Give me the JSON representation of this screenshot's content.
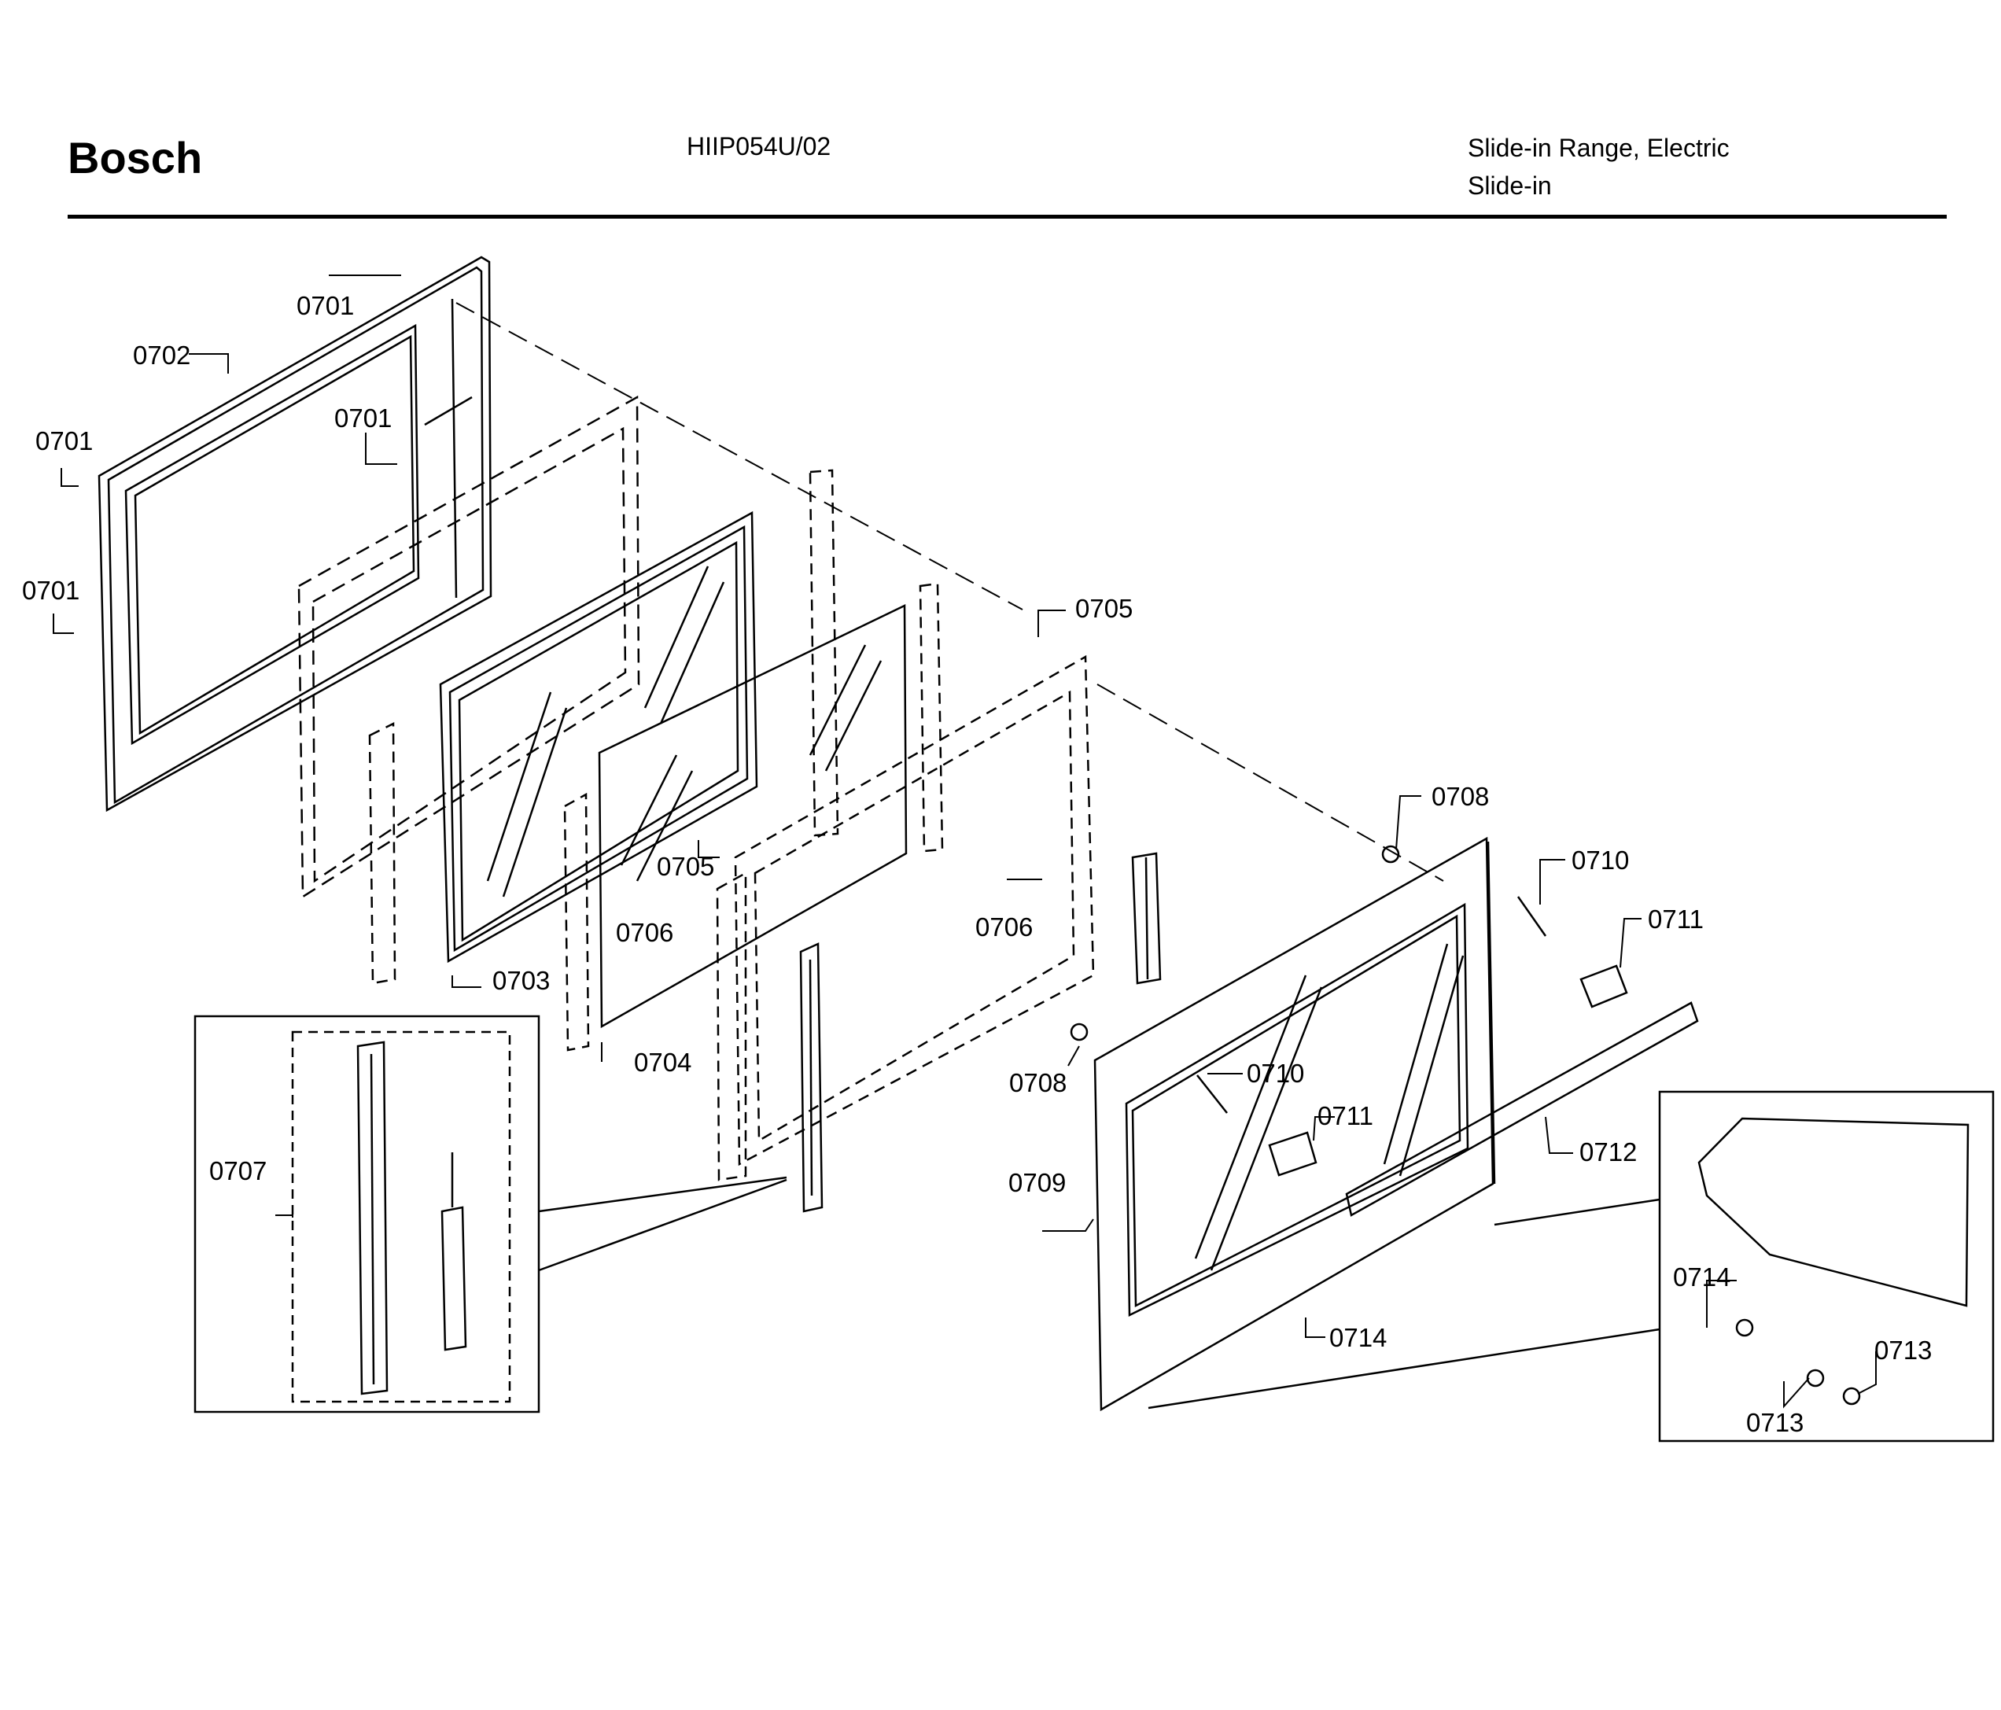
{
  "header": {
    "brand": "Bosch",
    "model": "HIIP054U/02",
    "description_line1": "Slide-in Range, Electric",
    "description_line2": "Slide-in"
  },
  "callouts": [
    {
      "id": "c01",
      "text": "0701"
    },
    {
      "id": "c02",
      "text": "0702"
    },
    {
      "id": "c03",
      "text": "0701"
    },
    {
      "id": "c04",
      "text": "0701"
    },
    {
      "id": "c05",
      "text": "0701"
    },
    {
      "id": "c06",
      "text": "0705"
    },
    {
      "id": "c07",
      "text": "0705"
    },
    {
      "id": "c08",
      "text": "0706"
    },
    {
      "id": "c09",
      "text": "0706"
    },
    {
      "id": "c10",
      "text": "0703"
    },
    {
      "id": "c11",
      "text": "0704"
    },
    {
      "id": "c12",
      "text": "0707"
    },
    {
      "id": "c13",
      "text": "0708"
    },
    {
      "id": "c14",
      "text": "0710"
    },
    {
      "id": "c15",
      "text": "0711"
    },
    {
      "id": "c16",
      "text": "0708"
    },
    {
      "id": "c17",
      "text": "0710"
    },
    {
      "id": "c18",
      "text": "0711"
    },
    {
      "id": "c19",
      "text": "0712"
    },
    {
      "id": "c20",
      "text": "0709"
    },
    {
      "id": "c21",
      "text": "0714"
    },
    {
      "id": "c22",
      "text": "0714"
    },
    {
      "id": "c23",
      "text": "0713"
    },
    {
      "id": "c24",
      "text": "0713"
    }
  ]
}
